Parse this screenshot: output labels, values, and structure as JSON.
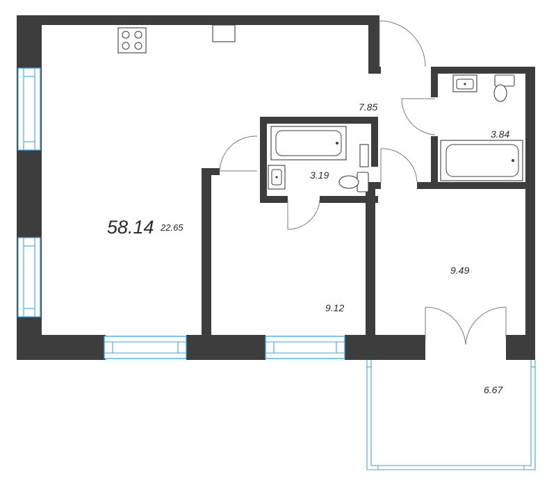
{
  "plan": {
    "total_area": "58.14",
    "rooms": [
      {
        "id": "living",
        "area": "22.65"
      },
      {
        "id": "hall",
        "area": "7.85"
      },
      {
        "id": "bath-main",
        "area": "3.84"
      },
      {
        "id": "bath-small",
        "area": "3.19"
      },
      {
        "id": "bedroom-left",
        "area": "9.12"
      },
      {
        "id": "bedroom-right",
        "area": "9.49"
      },
      {
        "id": "balcony",
        "area": "6.67"
      }
    ]
  },
  "colors": {
    "wall": "#3d3d3d",
    "window": "#3aa6df",
    "door": "#7a7a7a"
  }
}
